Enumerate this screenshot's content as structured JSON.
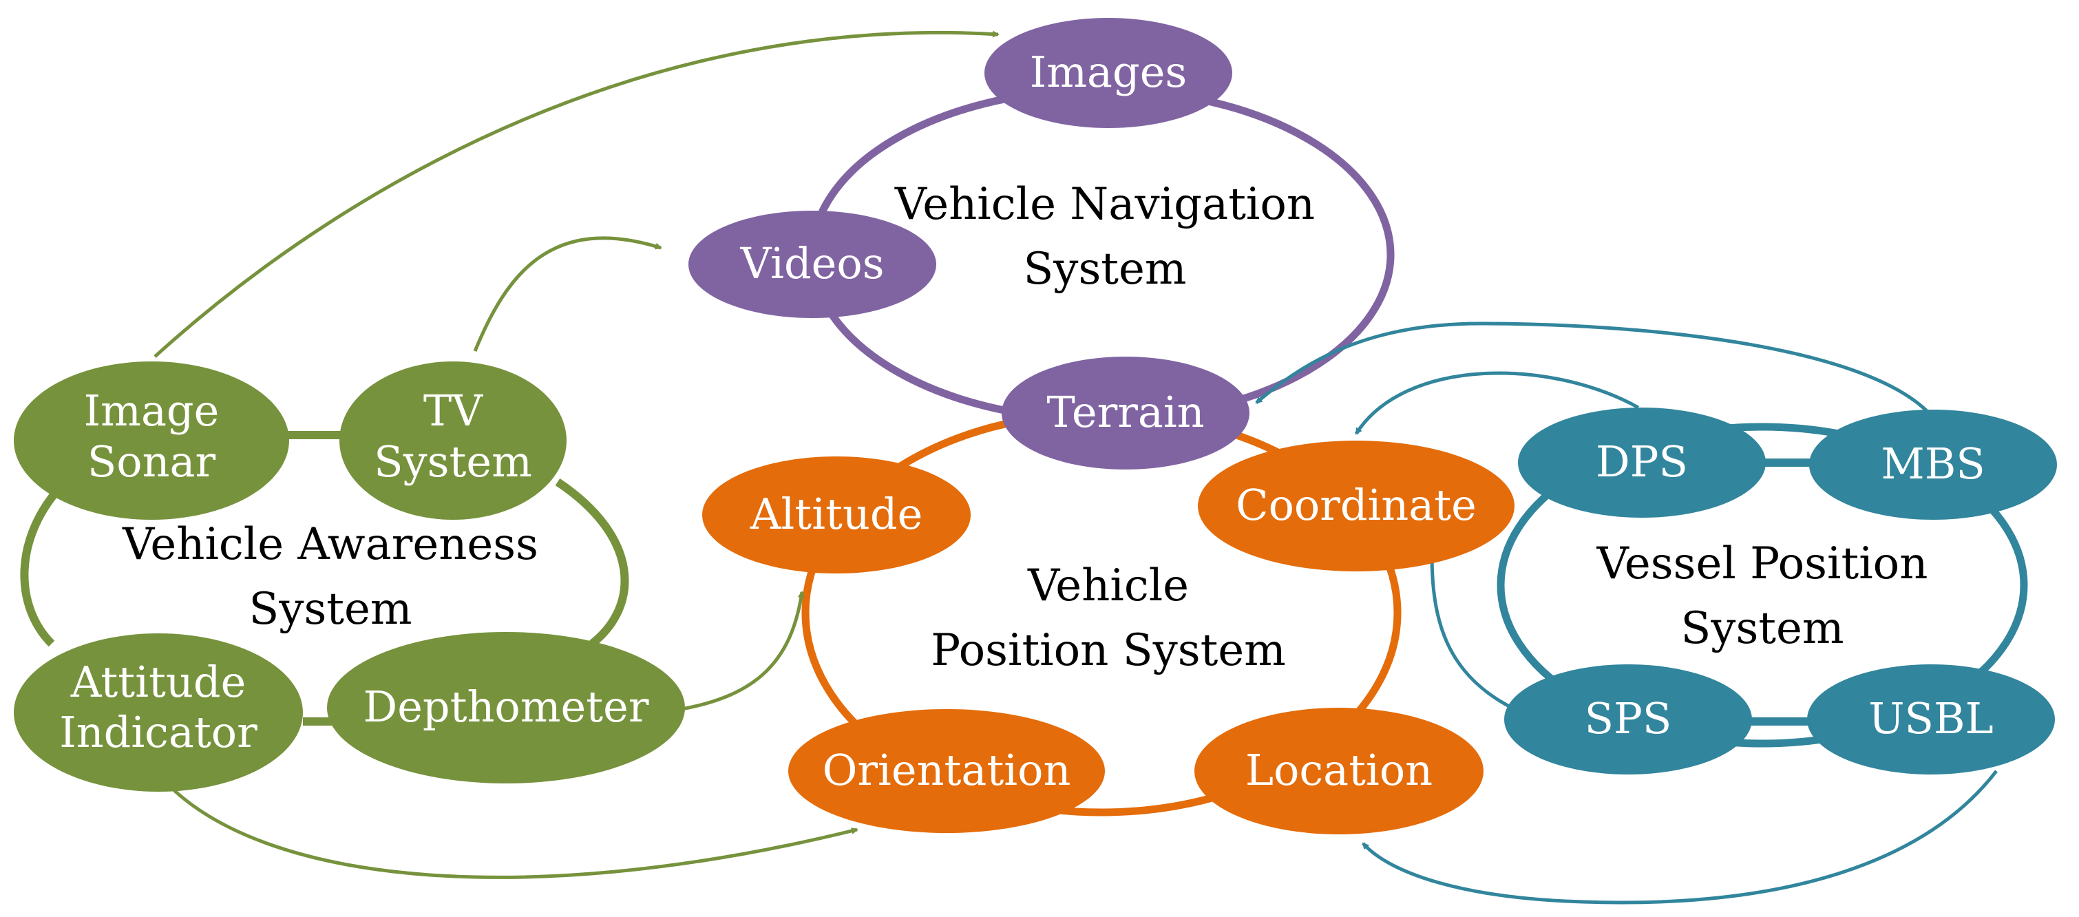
{
  "colors": {
    "awareness": "#76923C",
    "navigation": "#8064A2",
    "position": "#E46C0A",
    "vessel": "#31859C",
    "node_text": "#ffffff",
    "system_text": "#000000"
  },
  "systems": {
    "awareness": {
      "lines": [
        "Vehicle Awareness",
        "System"
      ]
    },
    "navigation": {
      "lines": [
        "Vehicle Navigation",
        "System"
      ]
    },
    "position": {
      "lines": [
        "Vehicle",
        "Position System"
      ]
    },
    "vessel": {
      "lines": [
        "Vessel Position",
        "System"
      ]
    }
  },
  "nodes": {
    "image_sonar": {
      "lines": [
        "Image",
        "Sonar"
      ]
    },
    "tv_system": {
      "lines": [
        "TV",
        "System"
      ]
    },
    "attitude_indicator": {
      "lines": [
        "Attitude",
        "Indicator"
      ]
    },
    "depthometer": {
      "lines": [
        "Depthometer"
      ]
    },
    "images": {
      "lines": [
        "Images"
      ]
    },
    "videos": {
      "lines": [
        "Videos"
      ]
    },
    "terrain": {
      "lines": [
        "Terrain"
      ]
    },
    "altitude": {
      "lines": [
        "Altitude"
      ]
    },
    "coordinate": {
      "lines": [
        "Coordinate"
      ]
    },
    "orientation": {
      "lines": [
        "Orientation"
      ]
    },
    "location": {
      "lines": [
        "Location"
      ]
    },
    "dps": {
      "lines": [
        "DPS"
      ]
    },
    "mbs": {
      "lines": [
        "MBS"
      ]
    },
    "sps": {
      "lines": [
        "SPS"
      ]
    },
    "usbl": {
      "lines": [
        "USBL"
      ]
    }
  },
  "connections": [
    {
      "from": "Image Sonar",
      "to": "Images",
      "color": "awareness"
    },
    {
      "from": "TV System",
      "to": "Videos",
      "color": "awareness"
    },
    {
      "from": "Depthometer",
      "to": "Altitude",
      "color": "awareness"
    },
    {
      "from": "Attitude Indicator",
      "to": "Orientation",
      "color": "awareness"
    },
    {
      "from": "DPS",
      "to": "Coordinate",
      "color": "vessel"
    },
    {
      "from": "MBS",
      "to": "Terrain",
      "color": "vessel"
    },
    {
      "from": "SPS",
      "to": "Coordinate",
      "color": "vessel"
    },
    {
      "from": "USBL",
      "to": "Location",
      "color": "vessel"
    }
  ]
}
